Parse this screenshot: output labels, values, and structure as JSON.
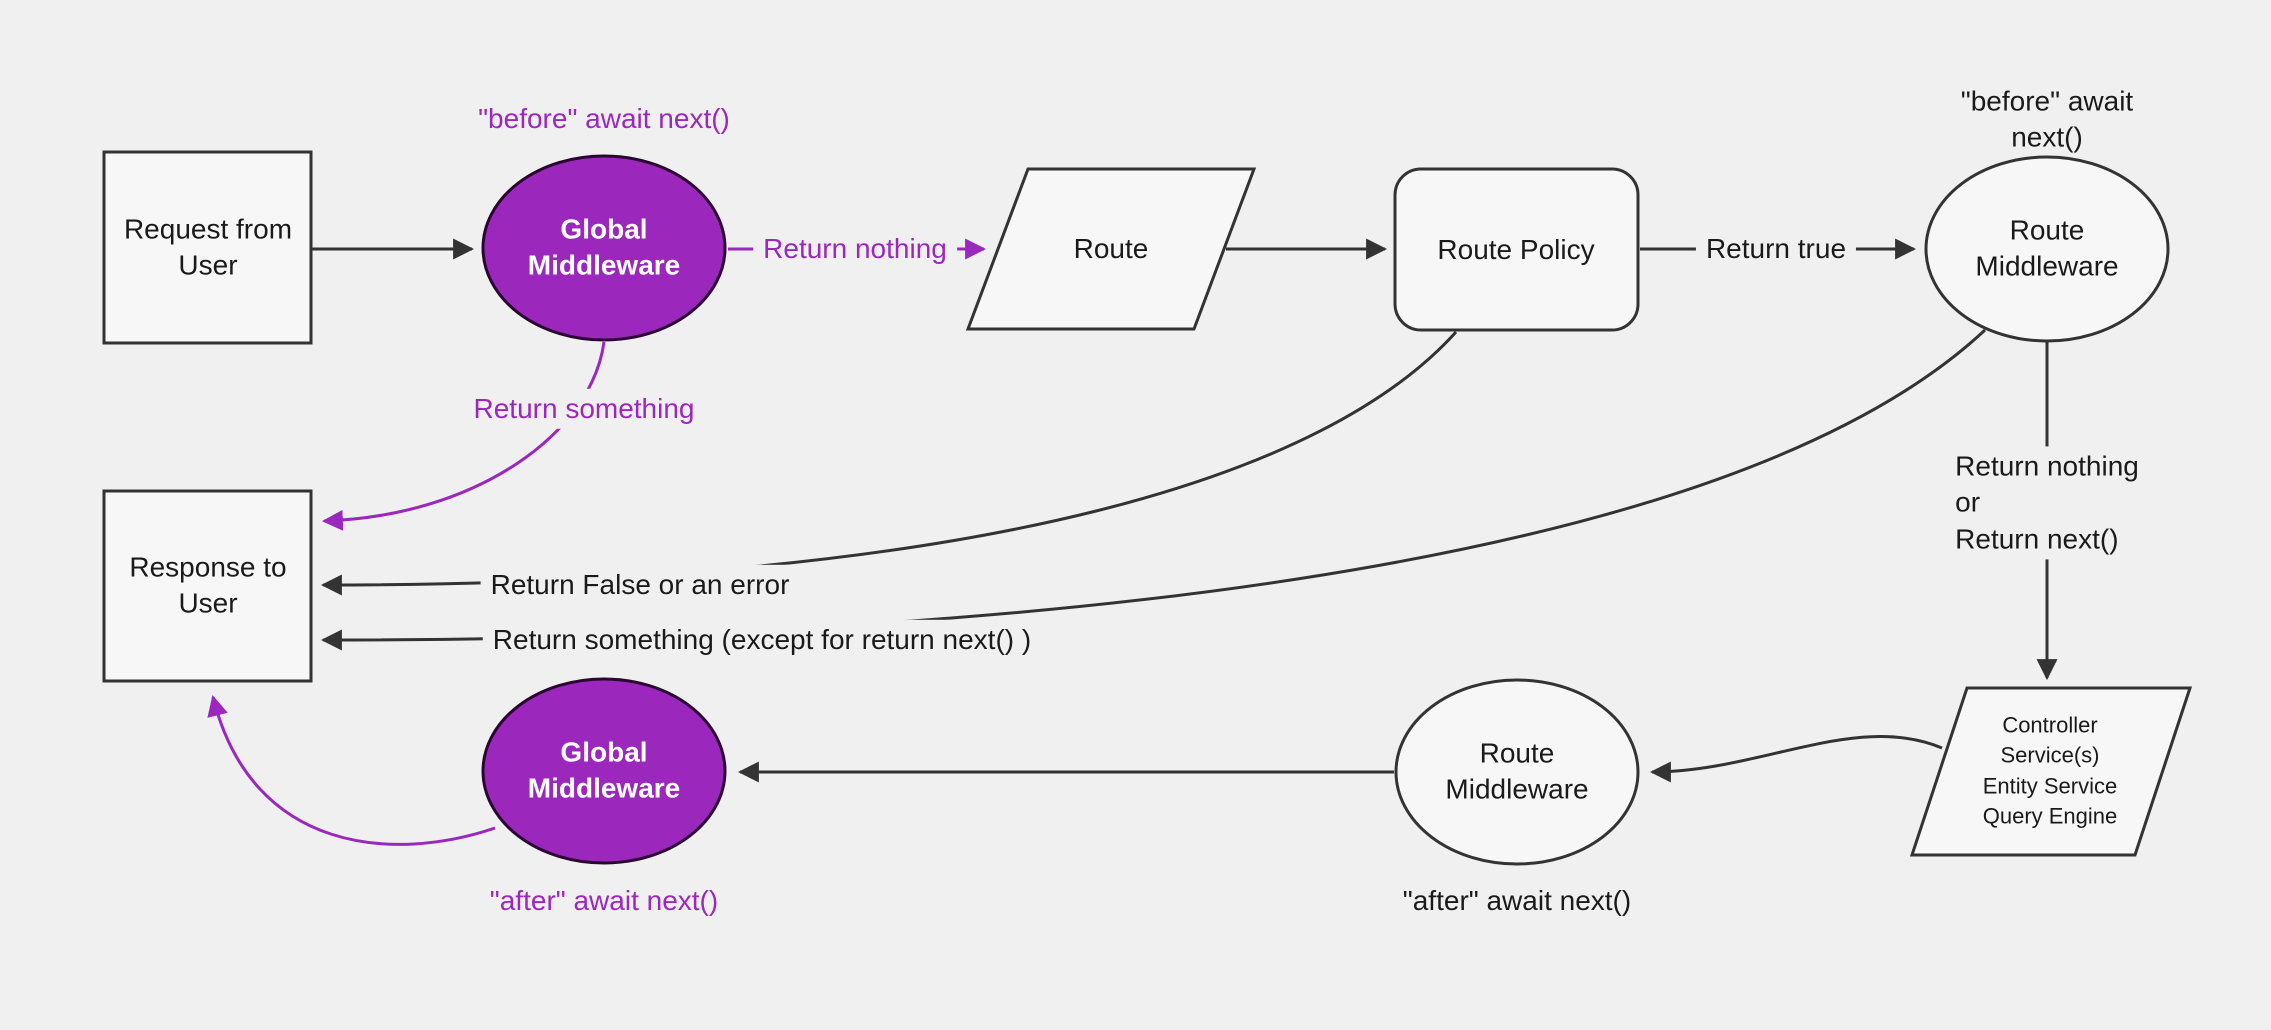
{
  "colors": {
    "background": "#f0f0f0",
    "node_fill": "#f7f7f7",
    "stroke": "#333333",
    "accent_purple": "#9B27BD",
    "node_text": "#1a1a1a",
    "purple_node_text": "#ffffff"
  },
  "nodes": {
    "request": {
      "label": "Request from\nUser"
    },
    "global_middleware_top": {
      "label": "Global\nMiddleware"
    },
    "route": {
      "label": "Route"
    },
    "route_policy": {
      "label": "Route Policy"
    },
    "route_middleware_top": {
      "label": "Route\nMiddleware"
    },
    "controller": {
      "label": "Controller\nService(s)\nEntity Service\nQuery Engine"
    },
    "route_middleware_bottom": {
      "label": "Route\nMiddleware"
    },
    "global_middleware_bottom": {
      "label": "Global\nMiddleware"
    },
    "response": {
      "label": "Response to\nUser"
    }
  },
  "labels": {
    "before_await_top": "\"before\" await next()",
    "before_await_right": "\"before\" await next()",
    "return_nothing": "Return nothing",
    "return_true": "Return true",
    "return_nothing_or_next": "Return nothing\nor\nReturn next()",
    "return_something": "Return something",
    "return_false_or_error": "Return False or an error",
    "return_something_except": "Return something (except for return next() )",
    "after_await_middle": "\"after\" await next()",
    "after_await_left": "\"after\" await next()"
  }
}
